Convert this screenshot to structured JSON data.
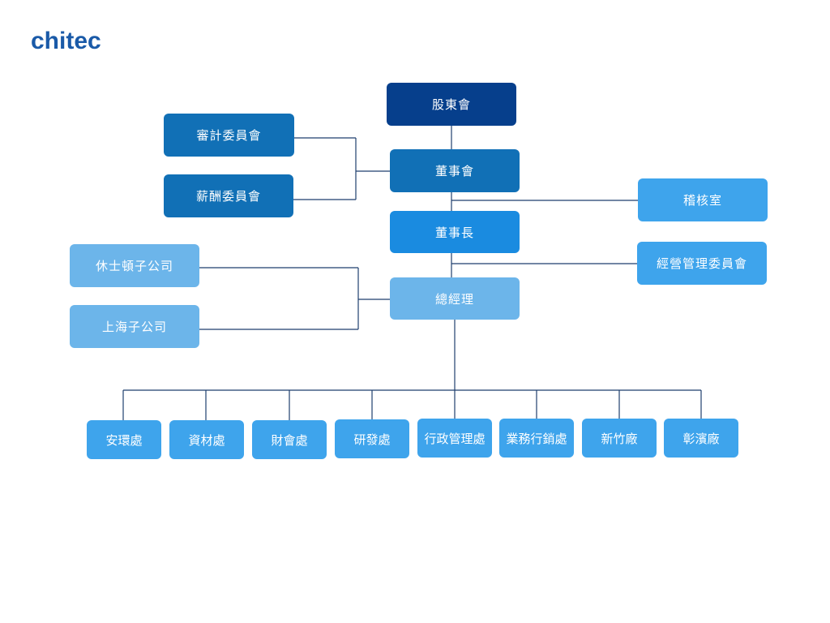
{
  "logo": {
    "text": "chitec"
  },
  "nodes": {
    "shareholders": "股東會",
    "board": "董事會",
    "audit_committee": "審計委員會",
    "compensation_committee": "薪酬委員會",
    "chairman": "董事長",
    "internal_audit": "稽核室",
    "management_committee": "經營管理委員會",
    "general_manager": "總經理",
    "houston_subsidiary": "休士頓子公司",
    "shanghai_subsidiary": "上海子公司",
    "departments": [
      "安環處",
      "資材處",
      "財會處",
      "研發處",
      "行政管理處",
      "業務行銷處",
      "新竹廠",
      "彰濱廠"
    ]
  },
  "colors": {
    "level1": "#063f8c",
    "level2": "#1170b6",
    "level3": "#1a8be0",
    "level4": "#3ea4ec",
    "level5": "#6cb5ea",
    "connector": "#1f3f6e",
    "logo": "#1a5aa8"
  }
}
